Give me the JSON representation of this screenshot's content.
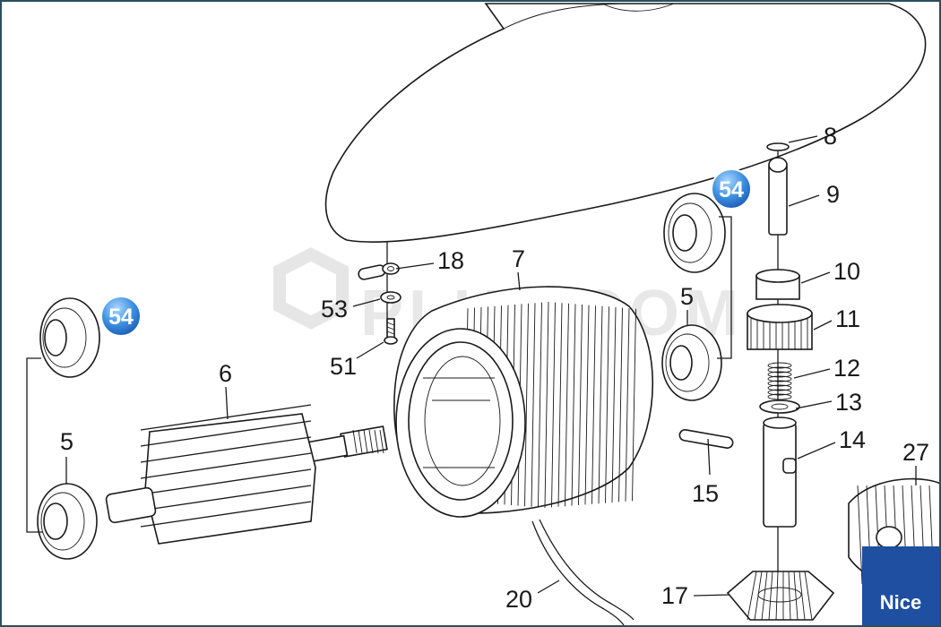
{
  "watermark": {
    "text": "PLUS.COM"
  },
  "brand": {
    "label": "Nice"
  },
  "callouts": [
    {
      "id": "callout-54-top",
      "label": "54"
    },
    {
      "id": "callout-54-left",
      "label": "54"
    }
  ],
  "part_labels": {
    "p8": "8",
    "p9": "9",
    "p10": "10",
    "p11": "11",
    "p12": "12",
    "p13": "13",
    "p14": "14",
    "p15": "15",
    "p17": "17",
    "p27": "27",
    "p18": "18",
    "p7": "7",
    "p53": "53",
    "p51": "51",
    "p6": "6",
    "p5_left": "5",
    "p5_right": "5",
    "p20": "20"
  }
}
